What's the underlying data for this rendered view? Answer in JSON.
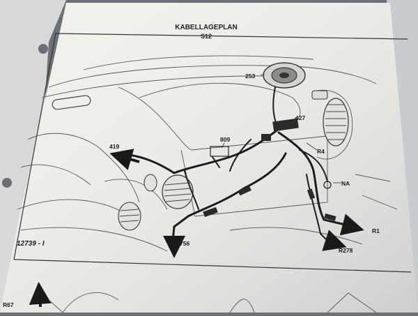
{
  "page": {
    "title": "KABELLAGEPLAN",
    "subtitle": "S12",
    "figure_number": "12739 - I"
  },
  "labels": {
    "l253": "253",
    "l427": "427",
    "l809": "809",
    "l419": "419",
    "lR4": "R4",
    "lNA": "NA",
    "lR1": "R1",
    "lR278": "R278",
    "l756": "756",
    "lR67": "R67"
  },
  "colors": {
    "paper": "#f3f1ec",
    "line": "#2a2a2a",
    "harness": "#1c1c1c"
  }
}
